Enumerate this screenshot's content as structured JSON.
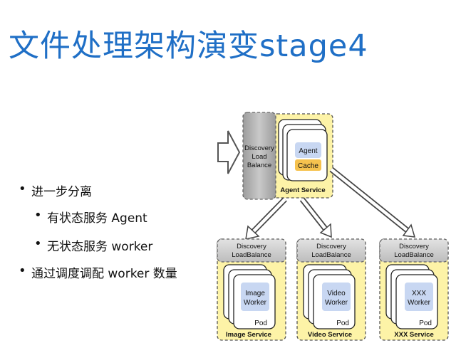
{
  "title": "文件处理架构演变stage4",
  "bullets": [
    {
      "text": "进一步分离",
      "level": 1
    },
    {
      "text": "有状态服务 Agent",
      "level": 2
    },
    {
      "text": "无状态服务 worker",
      "level": 2
    },
    {
      "text": "通过调度调配 worker 数量",
      "level": 1
    }
  ],
  "diagram": {
    "top_lb": [
      "Discovery",
      "Load",
      "Balance"
    ],
    "agent": "Agent",
    "cache": "Cache",
    "agent_service": "Agent Service",
    "services": [
      {
        "lb": [
          "Discovery",
          "LoadBalance"
        ],
        "worker": [
          "Image",
          "Worker"
        ],
        "pod": "Pod",
        "service": "Image Service"
      },
      {
        "lb": [
          "Discovery",
          "LoadBalance"
        ],
        "worker": [
          "Video",
          "Worker"
        ],
        "pod": "Pod",
        "service": "Video Service"
      },
      {
        "lb": [
          "Discovery",
          "LoadBalance"
        ],
        "worker": [
          "XXX",
          "Worker"
        ],
        "pod": "Pod",
        "service": "XXX Service"
      }
    ],
    "colors": {
      "title": "#1f6fc6",
      "service_bg": "#fdf3a7",
      "lb_bg": "#cfcfcf",
      "top_lb_bg": "#a9a9a9",
      "worker_bg": "#c8d7f2",
      "cache_bg": "#f6c24e"
    }
  }
}
